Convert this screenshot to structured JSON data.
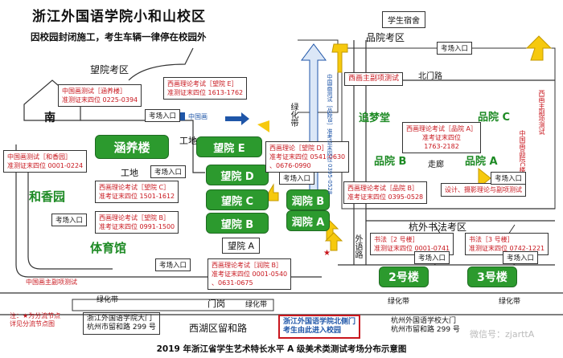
{
  "title": "浙江外国语学院小和山校区",
  "subtitle": "因校园封闭施工，考生车辆一律停在校园外",
  "areas": {
    "wangyuan": "望院考区",
    "pinyuan": "品院考区",
    "hangwai": "杭外书法考区",
    "dorm": "学生宿舍",
    "south": "南",
    "xihu_road": "西湖区留和路",
    "gate_hut": "门岗",
    "zoulang": "走廊",
    "wai_road": "外语路",
    "north_gate_road": "北门路",
    "green_belt": "绿化带",
    "work_site": "工地"
  },
  "buildings": {
    "hanyang": "涵养楼",
    "hexiang": "和香园",
    "tiyuguan": "体育馆",
    "wangyuan_e": "望院 E",
    "wangyuan_d": "望院 D",
    "wangyuan_c": "望院 C",
    "wangyuan_b": "望院 B",
    "wangyuan_a": "望院 A",
    "runyuan_b": "润院 B",
    "runyuan_a": "润院 A",
    "zhuimeng": "追梦堂",
    "pinyuan_b": "品院 B",
    "pinyuan_a": "品院 A",
    "pinyuan_c": "品院 C",
    "lou2": "2号楼",
    "lou3": "3号楼"
  },
  "notes": {
    "guohua": [
      "中国画测试［涵养楼］",
      "准测证末四位 0225-0394"
    ],
    "xihua_e": [
      "西画理论考试［望院 E］",
      "准测证末四位 1613-1762"
    ],
    "xihua_d": [
      "西画理论［望院 D］",
      "准考证末四位 0541-0630",
      "、0676-0990"
    ],
    "guohua_hexiang": [
      "中国画测试［和香园］",
      "准测证末四位 0001-0224"
    ],
    "xihua_c": [
      "西画理论考试［望院 C］",
      "准考证末四位 1501-1612"
    ],
    "xihua_b": [
      "西画理论考试［望院 B］",
      "准考证末四位 0991-1500"
    ],
    "xihua_runb": [
      "西画理论考试［润院 B］",
      "准考证末四位 0001-0540",
      "、0631-0675"
    ],
    "xihua_zhu": [
      "西画主副项测试"
    ],
    "xihua_pina": [
      "西画理论考试［品院 A］",
      "准考证末四位",
      "1763-2182"
    ],
    "xihua_pinb": [
      "西画理论考试［品院 B］",
      "准考证末四位 0395-0528"
    ],
    "design": [
      "设计、摄影理论与副项测试"
    ],
    "shufa2": [
      "书法［2 号楼］",
      "准测证末四位 0001-0741"
    ],
    "shufa3": [
      "书法［3 号楼］",
      "准测证末四位 0742-1221"
    ],
    "guohua_zhu": [
      "中国画主副项测试"
    ],
    "xihua_zhu_right": [
      "西画主副项测试"
    ],
    "guohua_pinc": [
      "中国画品院C楼"
    ],
    "guohua_label": [
      "中国画"
    ],
    "zoulang_vert": [
      "中国画测试［品院B］准考证末四位 0395-0528"
    ]
  },
  "entrance": "考场入口",
  "gate_info": [
    "浙江外国语学院大门",
    "杭州市留和路 299 号"
  ],
  "gate_info_right": [
    "杭州外国语学校大门",
    "杭州市留和路 299 号"
  ],
  "north_gate": [
    "浙江外国语学院北侧门",
    "考生由此进入校园"
  ],
  "legend_note": [
    "注：★为分流节点",
    "详见分流节点图"
  ],
  "green_strip": "绿化带",
  "footer": "2019 年浙江省学生艺术特长水平 A 级美术类测试考场分布示意图",
  "watermark": "微信号：zjarttA",
  "colors": {
    "green": "#2c9a2e",
    "red": "#c8161d",
    "yellow": "#f6c90e",
    "blue": "#1f56a8"
  }
}
